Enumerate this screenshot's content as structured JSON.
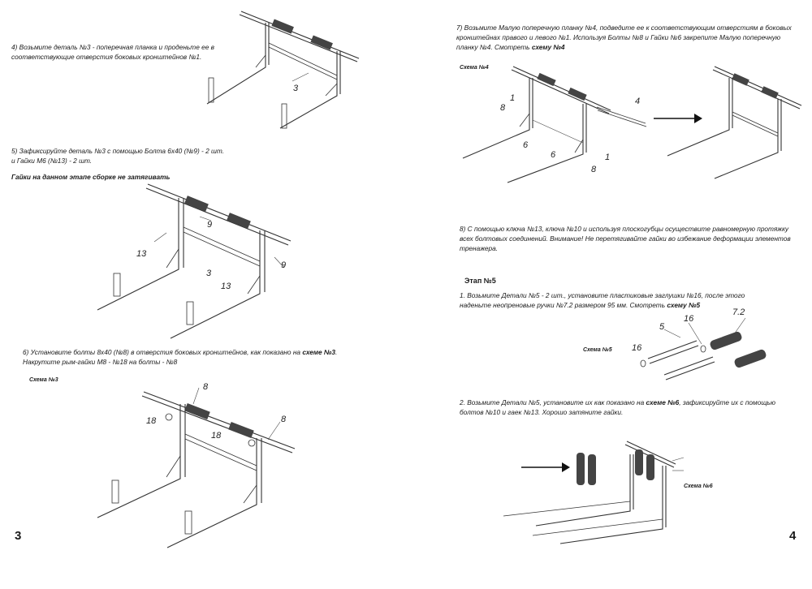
{
  "left_page": {
    "step4": "4) Возьмите деталь №3 - поперечная планка и проденьте ее в соответствующие отверстия боковых кронштейнов №1.",
    "step5_line1": "5) Зафиксируйте деталь №3 с помощью Болта 6х40 (№9) - 2 шт.",
    "step5_line2": "и Гайки М6 (№13) - 2 шт.",
    "warning": "Гайки на данном этапе сборке не затягивать",
    "step6": "6) Установите болты 8х40 (№8) в отверстия боковых кронштейнов, как показано на",
    "step6_bold": "схеме №3",
    "step6_tail": ". Накрутите рым-гайки М8 - №18 на болты - №8",
    "scheme3": "Схема №3",
    "page_number": "3",
    "fig1_labels": [
      "3"
    ],
    "fig2_labels": [
      "9",
      "13",
      "3",
      "13",
      "9"
    ],
    "fig3_labels": [
      "8",
      "18",
      "18",
      "8"
    ]
  },
  "right_page": {
    "step7": "7) Возьмите Малую поперечную планку №4, подведите ее к соответствующим отверстиям в боковых кронштейнах правого и левого №1. Используя Болты №8 и Гайки №6 закрепите Малую поперечную планку №4. Смотреть",
    "step7_bold": "схему №4",
    "scheme4": "Схема №4",
    "step8": "8) С помощью ключа №13, ключа №10 и используя плоскогубцы осуществите равномерную протяжку всех болтовых соединений. Внимание! Не перетягивайте гайки во избежание деформации элементов тренажера.",
    "stage5": "Этап №5",
    "stage5_1": "1. Возьмите Детали №5 - 2 шт., установите пластиковые заглушки №16, после этого наденьте неопреновые ручки №7.2 размером 95 мм. Смотреть",
    "stage5_1_bold": "схему №5",
    "scheme5": "Схема №5",
    "stage5_2": "2. Возьмите Детали №5, установите их как показано на",
    "stage5_2_bold": "схеме №6",
    "stage5_2_tail": ", зафиксируйте их с помощью болтов №10 и гаек №13. Хорошо затяните гайки.",
    "scheme6": "Схема №6",
    "page_number": "4",
    "fig4_labels": [
      "1",
      "8",
      "4",
      "6",
      "6",
      "1",
      "8"
    ],
    "fig5_labels": [
      "5",
      "16",
      "7.2",
      "16"
    ]
  }
}
